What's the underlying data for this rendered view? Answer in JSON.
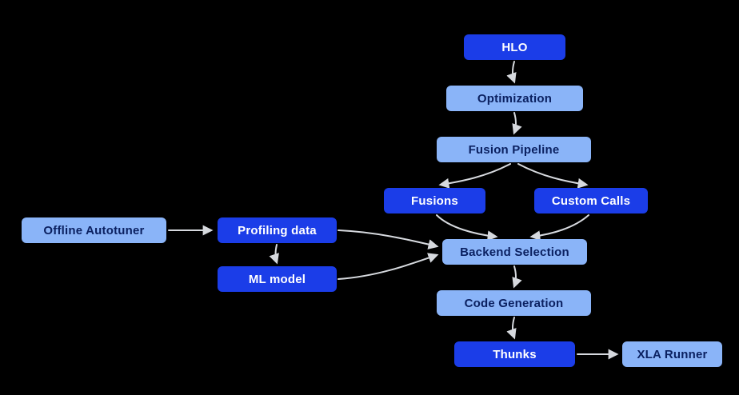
{
  "diagram": {
    "background": "#000000",
    "arrow_color": "#d6d9de",
    "node_styles": {
      "primary": {
        "fill": "#1b3de8",
        "text": "#ffffff"
      },
      "secondary": {
        "fill": "#8ab4f8",
        "text": "#0b2161"
      }
    },
    "nodes": [
      {
        "id": "hlo",
        "label": "HLO",
        "style": "primary"
      },
      {
        "id": "optimization",
        "label": "Optimization",
        "style": "secondary"
      },
      {
        "id": "fusion-pipeline",
        "label": "Fusion Pipeline",
        "style": "secondary"
      },
      {
        "id": "fusions",
        "label": "Fusions",
        "style": "primary"
      },
      {
        "id": "custom-calls",
        "label": "Custom Calls",
        "style": "primary"
      },
      {
        "id": "backend-selection",
        "label": "Backend Selection",
        "style": "secondary"
      },
      {
        "id": "code-generation",
        "label": "Code Generation",
        "style": "secondary"
      },
      {
        "id": "thunks",
        "label": "Thunks",
        "style": "primary"
      },
      {
        "id": "xla-runner",
        "label": "XLA Runner",
        "style": "secondary"
      },
      {
        "id": "offline-autotuner",
        "label": "Offline Autotuner",
        "style": "secondary"
      },
      {
        "id": "profiling-data",
        "label": "Profiling data",
        "style": "primary"
      },
      {
        "id": "ml-model",
        "label": "ML model",
        "style": "primary"
      }
    ],
    "edges": [
      {
        "from": "hlo",
        "to": "optimization"
      },
      {
        "from": "optimization",
        "to": "fusion-pipeline"
      },
      {
        "from": "fusion-pipeline",
        "to": "fusions"
      },
      {
        "from": "fusion-pipeline",
        "to": "custom-calls"
      },
      {
        "from": "fusions",
        "to": "backend-selection"
      },
      {
        "from": "custom-calls",
        "to": "backend-selection"
      },
      {
        "from": "offline-autotuner",
        "to": "profiling-data"
      },
      {
        "from": "profiling-data",
        "to": "ml-model"
      },
      {
        "from": "profiling-data",
        "to": "backend-selection"
      },
      {
        "from": "ml-model",
        "to": "backend-selection"
      },
      {
        "from": "backend-selection",
        "to": "code-generation"
      },
      {
        "from": "code-generation",
        "to": "thunks"
      },
      {
        "from": "thunks",
        "to": "xla-runner"
      }
    ]
  }
}
